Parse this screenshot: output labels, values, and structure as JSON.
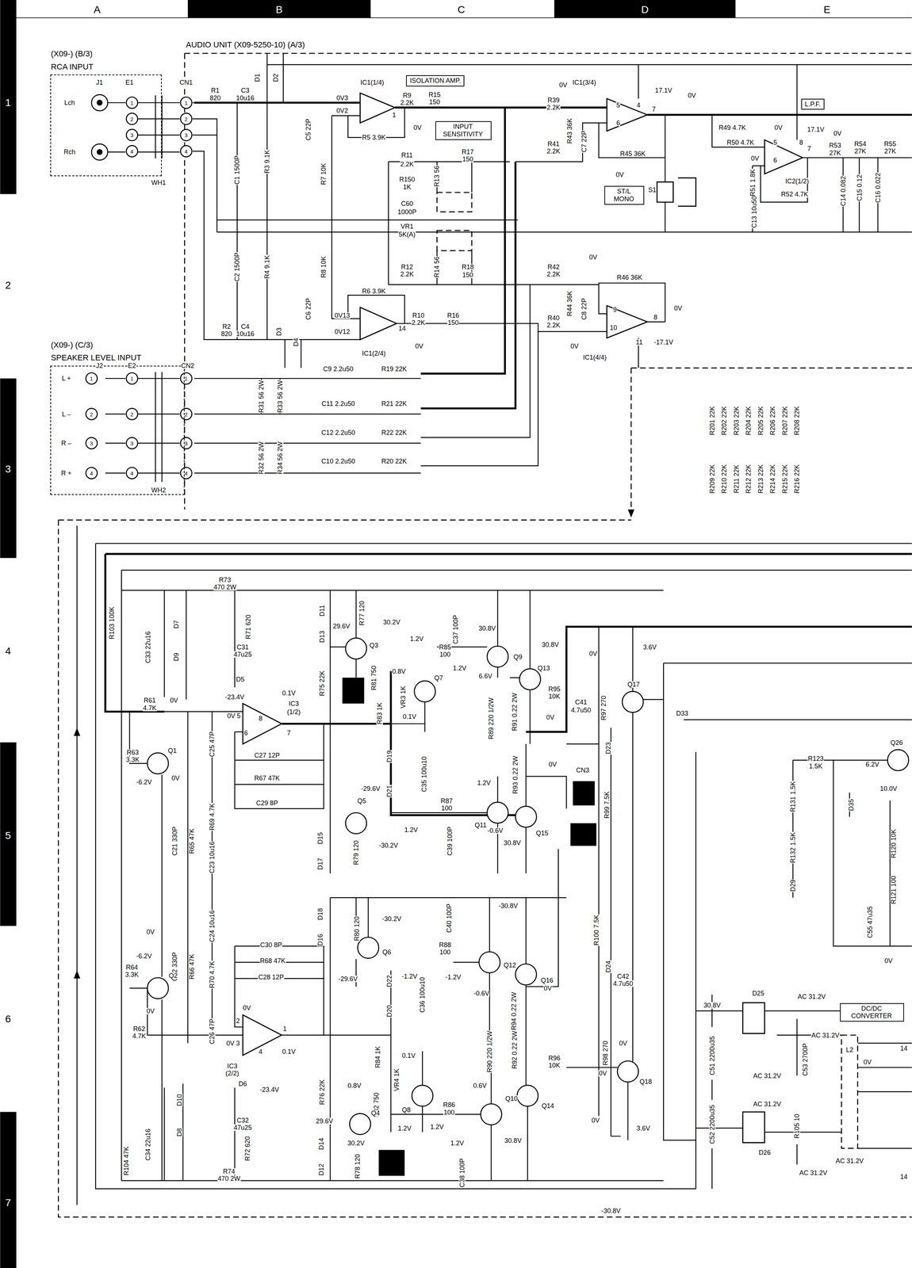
{
  "diagram": {
    "nodes": [
      {
        "text": [
          "(X09-) (B/3)",
          "RCA INPUT"
        ]
      },
      {
        "text": [
          "(X09-) (C/3)",
          "SPEAKER LEVEL INPUT"
        ]
      },
      {
        "text": [
          "AUDIO UNIT (X09-5250-10) (A/3)"
        ]
      },
      {
        "text": [
          "ISOLATION AMP."
        ],
        "in": 2
      },
      {
        "text": [
          "INPUT SENSITIVITY"
        ],
        "in": 2
      },
      {
        "text": [
          "L.P.F."
        ],
        "in": 2
      },
      {
        "text": [
          "ST/L MONO"
        ],
        "in": 2
      },
      {
        "text": [
          "DC/DC CONVERTER"
        ],
        "in": 2
      }
    ],
    "labels": [
      "A",
      "B",
      "C",
      "D",
      "E",
      "1",
      "2",
      "3",
      "4",
      "5",
      "6",
      "7",
      "J1",
      "E1",
      "CN1",
      "Lch",
      "Rch",
      "1",
      "2",
      "3",
      "4",
      "1",
      "2",
      "3",
      "4",
      "WH1",
      "R1",
      "820",
      "C3",
      "10u16",
      "D1",
      "D2",
      "C1 1500P",
      "R3 9.1K",
      "C5 22P",
      "R7 10K",
      "IC1(1/4)",
      "0V3",
      "0V2",
      "1",
      "R5 3.9K",
      "0V",
      "R9",
      "2.2K",
      "R15",
      "150",
      "R11",
      "2.2K",
      "R17",
      "150",
      "R13 56",
      "R150",
      "1K",
      "C60",
      "1000P",
      "VR1",
      "5K(A)",
      "R12",
      "2.2K",
      "R14 56",
      "R18",
      "150",
      "R8 10K",
      "C2 1500P",
      "R4 9.1K",
      "R6 3.9K",
      "C6 22P",
      "0V13",
      "0V12",
      "IC1(2/4)",
      "14",
      "R10",
      "2.2K",
      "R16",
      "150",
      "0V",
      "R2",
      "820",
      "C4",
      "10u16",
      "D3",
      "D4",
      "0V",
      "IC1(3/4)",
      "R39",
      "2.2K",
      "R43 36K",
      "R41",
      "2.2K",
      "C7 22P",
      "5",
      "4",
      "6",
      "7",
      "17.1V",
      "0V",
      "R45 36K",
      "0V",
      "S1",
      "R49 4.7K",
      "0V",
      "R50 4.7K",
      "5",
      "8",
      "17.1V",
      "0V",
      "7",
      "R53",
      "27K",
      "R54",
      "27K",
      "R55",
      "27K",
      "0V",
      "6",
      "R51 1.8K",
      "C13 10u50",
      "R52 4.7K",
      "IC2(1/2)",
      "C14 0.082",
      "C15 0.12",
      "C16 0.022",
      "R42",
      "2.2K",
      "0V",
      "R46 36K",
      "R44 36K",
      "C8 22P",
      "R40",
      "2.2K",
      "0V",
      "9",
      "10",
      "8",
      "0V",
      "11",
      "-17.1V",
      "IC1(4/4)",
      "J2",
      "E2",
      "CN2",
      "L +",
      "L –",
      "R –",
      "R +",
      "1",
      "2",
      "3",
      "4",
      "1",
      "2",
      "3",
      "4",
      "1",
      "2",
      "3",
      "4",
      "WH2",
      "C9 2.2u50",
      "R19 22K",
      "R31 56 2W",
      "R33 56 2W",
      "C11 2.2u50",
      "R21 22K",
      "C12 2.2u50",
      "R22 22K",
      "R32 56 2W",
      "R34 56 2W",
      "C10 2.2u50",
      "R20 22K",
      "R201 22K",
      "R202 22K",
      "R203 22K",
      "R204 22K",
      "R205 22K",
      "R206 22K",
      "R207 22K",
      "R208 22K",
      "R209 22K",
      "R210 22K",
      "R211 22K",
      "R212 22K",
      "R213 22K",
      "R214 22K",
      "R215 22K",
      "R216 22K",
      "R73",
      "470 2W",
      "R103 100K",
      "C33 22u16",
      "D7",
      "D9",
      "R71 620",
      "C31",
      "47u25",
      "D5",
      "-23.4V",
      "R61",
      "4.7K",
      "0V",
      "0V 5",
      "8",
      "6",
      "0.1V",
      "IC3",
      "(1/2)",
      "7",
      "R63",
      "3.3K",
      "Q1",
      "-6.2V",
      "0V",
      "C25 47P",
      "C27 12P",
      "R67 47K",
      "C29 8P",
      "C21 330P",
      "R65 47K",
      "R69 4.7K",
      "C23 10u16",
      "D11",
      "D13",
      "R77 120",
      "29.6V",
      "30.2V",
      "Q3",
      "1.2V",
      "R75 22K",
      "R81 750",
      "0.8V",
      "Q7",
      "VR3 1K",
      "R83 1K",
      "0.1V",
      "C37 100P",
      "R85",
      "100",
      "1.2V",
      "30.8V",
      "Q9",
      "6.6V",
      "30.8V",
      "Q13",
      "0V",
      "3.6V",
      "Q17",
      "R95",
      "10K",
      "0V",
      "R89 220 1/2W",
      "R91 0.22 2W",
      "C41",
      "4.7u50",
      "R97 270",
      "D33",
      "D19",
      "D21",
      "C35 100u10",
      "R93 0.22 2W",
      "0V",
      "D23",
      "CN3",
      "-29.6V",
      "Q5",
      "1.2V",
      "1.2V",
      "R87",
      "100",
      "Q11",
      "-0.6V",
      "Q15",
      "R99 7.5K",
      "D15",
      "D17",
      "R79 120",
      "-30.2V",
      "C39 100P",
      "30.8V",
      "D18",
      "D16",
      "R80 120",
      "-30.2V",
      "Q6",
      "-29.6V",
      "C40 100P",
      "R88",
      "100",
      "-30.8V",
      "Q12",
      "Q16",
      "-1.2V",
      "-1.2V",
      "-0.6V",
      "D22",
      "D20",
      "C36 100u10",
      "0V",
      "R94 0.22 2W",
      "R100 7.5K",
      "D24",
      "C42",
      "4.7u50",
      "R84 1K",
      "0.1V",
      "VR4 1K",
      "0.8V",
      "R82 750",
      "Q8",
      "R90 220 1/2W",
      "R92 0.22 2W",
      "R96",
      "10K",
      "R98 270",
      "0V",
      "0V",
      "Q18",
      "0.6V",
      "Q10",
      "Q14",
      "R86",
      "100",
      "1.2V",
      "1.2V",
      "1.2V",
      "0V",
      "3.6V",
      "29.6V",
      "R76 22K",
      "Q4",
      "30.2V",
      "D14",
      "D12",
      "R78 120",
      "C38 100P",
      "30.8V",
      "-30.8V",
      "C22 330P",
      "R66 47K",
      "C24 10u16",
      "R70 4.7K",
      "C30 8P",
      "R68 47K",
      "C28 12P",
      "0V",
      "-6.2V",
      "R64",
      "3.3K",
      "Q2",
      "0V",
      "R62",
      "4.7K",
      "C26 47P",
      "2",
      "0V",
      "0V 3",
      "1",
      "4",
      "0.1V",
      "IC3",
      "(2/2)",
      "D6",
      "-23.4V",
      "C32",
      "47u25",
      "D10",
      "D8",
      "C34 22u16",
      "R104 47K",
      "R72 620",
      "R74",
      "470 2W",
      "R123",
      "1.5K",
      "6.2V",
      "Q26",
      "R131 1.5K",
      "D35",
      "10.0V",
      "R132 1.5K",
      "R120 10K",
      "D29",
      "R121 100",
      "C55 47u35",
      "0V",
      "30.8V",
      "C51 2200u35",
      "C52 2200u35",
      "D25",
      "AC 31.2V",
      "AC 31.2V",
      "AC 31.2V",
      "C53 2700P",
      "0V",
      "L2",
      "AC 31.2V",
      "R105 10",
      "AC 31.2V",
      "D26",
      "AC 31.2V",
      "14",
      "14"
    ]
  }
}
